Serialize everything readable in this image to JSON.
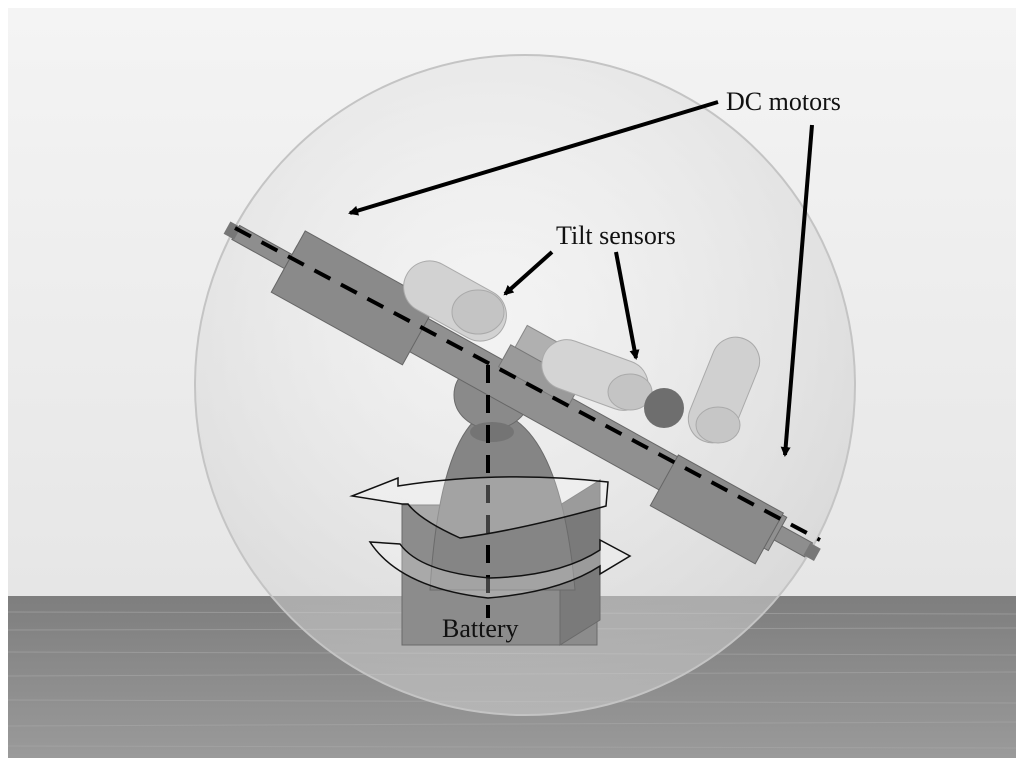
{
  "labels": {
    "dc_motors": "DC motors",
    "tilt_sensors": "Tilt sensors",
    "battery": "Battery"
  },
  "colors": {
    "wall": "#ececec",
    "floor": "#8e8e8e",
    "sphere": "#d8d8d8",
    "part": "#8a8a8a",
    "part_dark": "#6e6e6e",
    "sensor": "#cccccc",
    "ink": "#000000"
  }
}
